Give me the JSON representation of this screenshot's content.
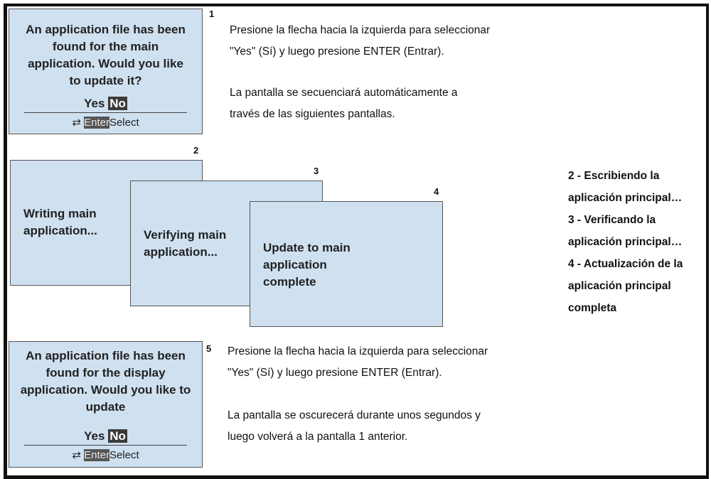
{
  "screen1": {
    "number": "1",
    "message": "An application file has been found for the main application. Would you like to update it?",
    "yes": "Yes",
    "no": "No",
    "enter": "Enter",
    "select": "Select"
  },
  "instruction1": {
    "line1": "Presione la flecha hacia la izquierda para seleccionar",
    "line2": "\"Yes\" (Sí) y luego presione ENTER (Entrar).",
    "line3": "La pantalla se secuenciará automáticamente a",
    "line4": "través de las siguientes pantallas."
  },
  "screen2": {
    "number": "2",
    "message": "Writing main application..."
  },
  "screen3": {
    "number": "3",
    "message": "Verifying main application..."
  },
  "screen4": {
    "number": "4",
    "message": "Update to main application complete"
  },
  "legend": [
    "2 - Escribiendo la",
    "aplicación principal…",
    "3 - Verificando la",
    "aplicación principal…",
    "4 - Actualización de la",
    "aplicación principal",
    "completa"
  ],
  "screen5": {
    "number": "5",
    "message": "An application file has been found for the display application. Would you like to update",
    "yes": "Yes",
    "no": "No",
    "enter": "Enter",
    "select": "Select"
  },
  "instruction5": {
    "line1": "Presione la flecha hacia la izquierda para seleccionar",
    "line2": "\"Yes\" (Sí) y luego presione ENTER (Entrar).",
    "line3": "La pantalla se oscurecerá durante unos segundos y",
    "line4": "luego volverá a la pantalla 1 anterior."
  }
}
